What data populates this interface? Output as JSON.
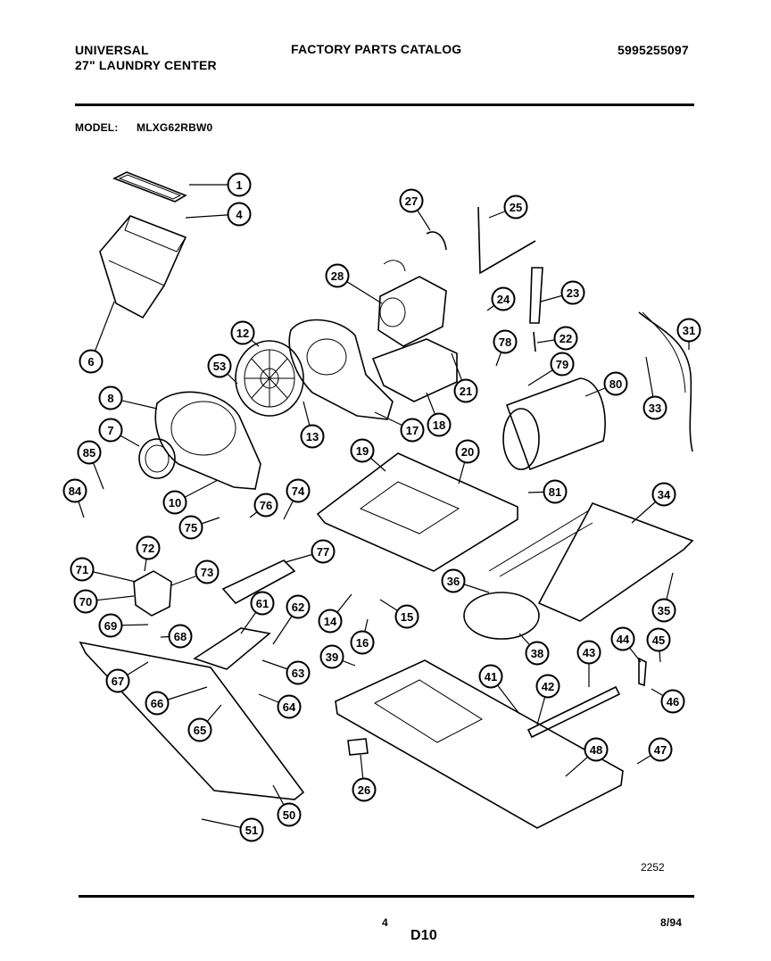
{
  "header": {
    "brand": "UNIVERSAL",
    "product": "27\" LAUNDRY CENTER",
    "catalog_title": "FACTORY PARTS CATALOG",
    "catalog_number": "5995255097",
    "model_label": "MODEL:",
    "model_value": "MLXG62RBW0"
  },
  "diagram": {
    "drawing_number": "2252",
    "callouts": [
      "1",
      "4",
      "6",
      "8",
      "7",
      "10",
      "12",
      "53",
      "13",
      "17",
      "18",
      "21",
      "27",
      "28",
      "25",
      "24",
      "23",
      "22",
      "78",
      "79",
      "80",
      "31",
      "33",
      "85",
      "84",
      "72",
      "71",
      "73",
      "70",
      "69",
      "68",
      "67",
      "66",
      "65",
      "64",
      "63",
      "62",
      "61",
      "74",
      "75",
      "76",
      "77",
      "14",
      "15",
      "16",
      "19",
      "20",
      "81",
      "34",
      "35",
      "36",
      "38",
      "39",
      "26",
      "41",
      "42",
      "43",
      "44",
      "45",
      "46",
      "48",
      "47",
      "50",
      "51"
    ]
  },
  "footer": {
    "page_number": "4",
    "section": "D10",
    "date": "8/94"
  }
}
